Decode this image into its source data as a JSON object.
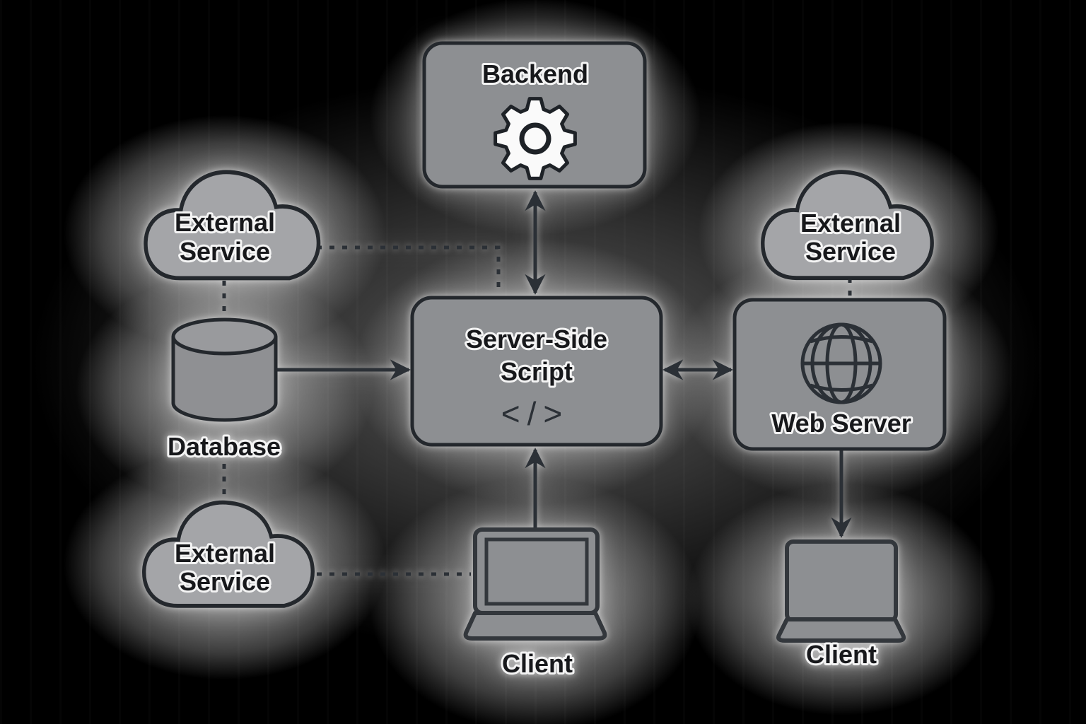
{
  "nodes": {
    "backend": {
      "label": "Backend",
      "icon": "gear-icon"
    },
    "server_side_script": {
      "label_line1": "Server-Side",
      "label_line2": "Script",
      "code_glyph": "</>",
      "icon": "code-icon"
    },
    "web_server": {
      "label": "Web Server",
      "icon": "globe-icon"
    },
    "external_service_top_left": {
      "label_line1": "External",
      "label_line2": "Service",
      "icon": "cloud-icon"
    },
    "external_service_top_right": {
      "label_line1": "External",
      "label_line2": "Service",
      "icon": "cloud-icon"
    },
    "external_service_bottom_left": {
      "label_line1": "External",
      "label_line2": "Service",
      "icon": "cloud-icon"
    },
    "database": {
      "label": "Database",
      "icon": "database-cylinder-icon"
    },
    "client_bottom": {
      "label": "Client",
      "icon": "laptop-icon"
    },
    "client_right": {
      "label": "Client",
      "icon": "laptop-icon"
    }
  },
  "edges": [
    {
      "from": "backend",
      "to": "server_side_script",
      "style": "solid",
      "arrows": "both"
    },
    {
      "from": "database",
      "to": "server_side_script",
      "style": "solid",
      "arrows": "end"
    },
    {
      "from": "client_bottom",
      "to": "server_side_script",
      "style": "solid",
      "arrows": "end"
    },
    {
      "from": "server_side_script",
      "to": "web_server",
      "style": "solid",
      "arrows": "both"
    },
    {
      "from": "web_server",
      "to": "client_right",
      "style": "solid",
      "arrows": "end"
    },
    {
      "from": "external_service_top_left",
      "to": "server_side_script",
      "style": "dotted",
      "arrows": "none"
    },
    {
      "from": "external_service_top_left",
      "to": "database",
      "style": "dotted",
      "arrows": "none"
    },
    {
      "from": "database",
      "to": "external_service_bottom_left",
      "style": "dotted",
      "arrows": "none"
    },
    {
      "from": "external_service_bottom_left",
      "to": "client_bottom",
      "style": "dotted",
      "arrows": "none"
    },
    {
      "from": "external_service_top_right",
      "to": "web_server",
      "style": "dotted",
      "arrows": "none"
    }
  ],
  "colors": {
    "background": "#000000",
    "surface_gray": "#8d8f92",
    "cloud_fill": "#a4a5a8",
    "outline": "#24282d",
    "connector": "#2b3036",
    "icon_white": "#fafafa",
    "text": "#17181b",
    "text_halo": "#f4f4f4"
  }
}
